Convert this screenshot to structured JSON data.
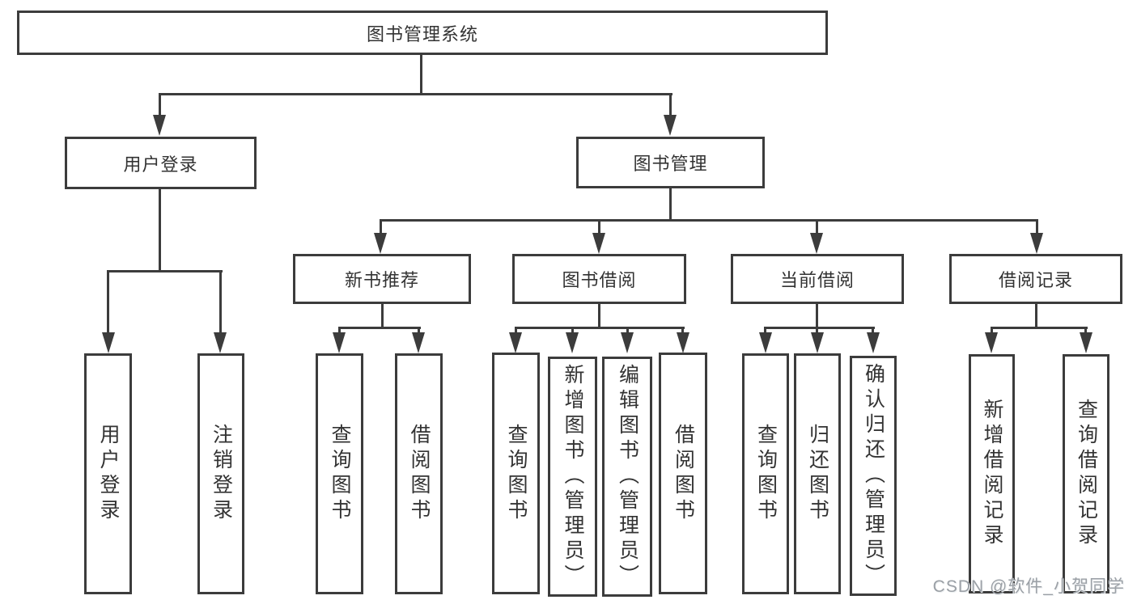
{
  "diagram": {
    "nodes": {
      "root": "图书管理系统",
      "user_login": "用户登录",
      "book_management": "图书管理",
      "new_book_recommend": "新书推荐",
      "book_borrowing": "图书借阅",
      "current_borrowing": "当前借阅",
      "borrowing_records": "借阅记录"
    },
    "leaves": {
      "user_login": [
        "用户登录",
        "注销登录"
      ],
      "new_book_recommend": [
        "查询图书",
        "借阅图书"
      ],
      "book_borrowing": [
        "查询图书",
        "新增图书（管理员）",
        "编辑图书（管理员）",
        "借阅图书"
      ],
      "current_borrowing": [
        "查询图书",
        "归还图书",
        "确认归还（管理员）"
      ],
      "borrowing_records": [
        "新增借阅记录",
        "查询借阅记录"
      ]
    },
    "watermark": "CSDN @软件_小贺同学"
  },
  "colors": {
    "line": "#3c3c3c",
    "text": "#333333",
    "background": "#ffffff",
    "watermark": "#9ba0a6"
  }
}
